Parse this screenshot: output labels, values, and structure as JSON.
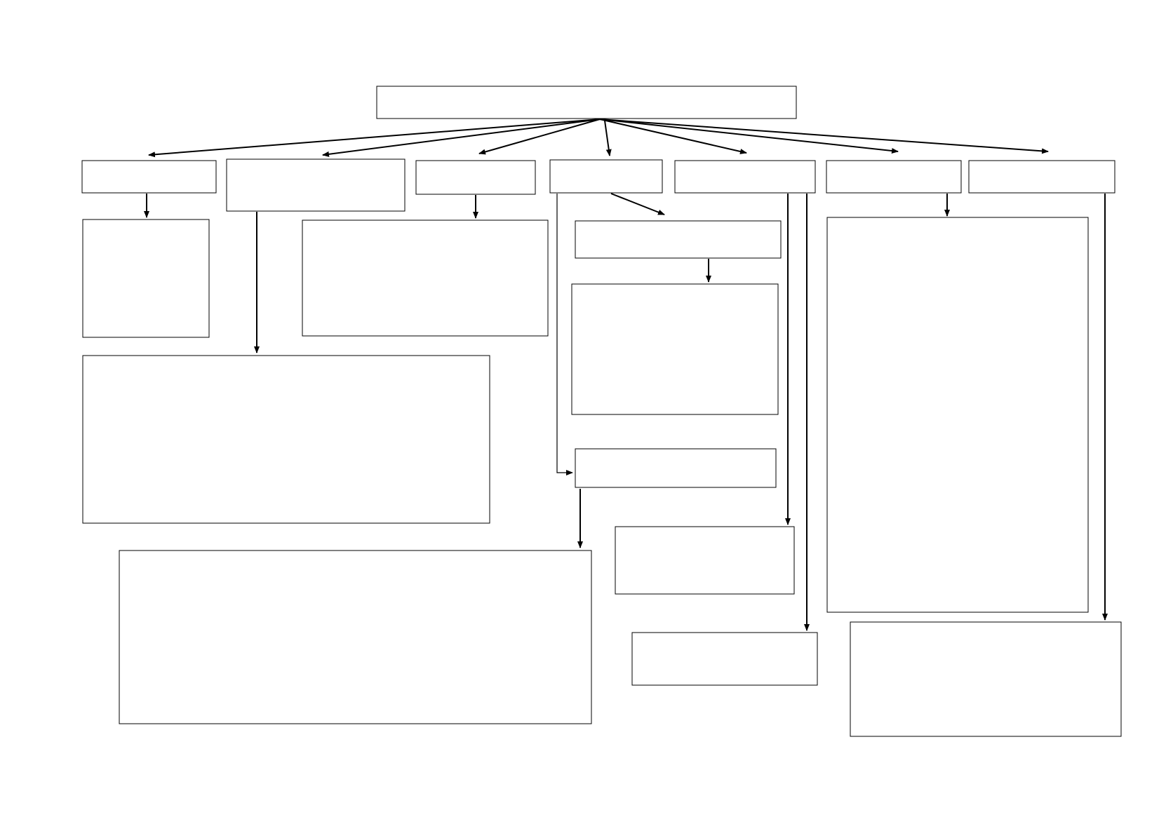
{
  "diagram": {
    "type": "hierarchy-flowchart",
    "nodes": [
      {
        "id": "root",
        "text": ""
      },
      {
        "id": "col1-header",
        "text": ""
      },
      {
        "id": "col2-header",
        "text": ""
      },
      {
        "id": "col3-header",
        "text": ""
      },
      {
        "id": "col4-header",
        "text": ""
      },
      {
        "id": "col5-header",
        "text": ""
      },
      {
        "id": "col6-header",
        "text": ""
      },
      {
        "id": "col7-header",
        "text": ""
      },
      {
        "id": "col1-detail",
        "text": ""
      },
      {
        "id": "col3-detail",
        "text": ""
      },
      {
        "id": "col4-sub",
        "text": ""
      },
      {
        "id": "col4-sub-detail",
        "text": ""
      },
      {
        "id": "col6-detail",
        "text": ""
      },
      {
        "id": "col2-detail",
        "text": ""
      },
      {
        "id": "col4-lower",
        "text": ""
      },
      {
        "id": "col4-lower-detail",
        "text": ""
      },
      {
        "id": "col5-detail-a",
        "text": ""
      },
      {
        "id": "col5-detail-b",
        "text": ""
      },
      {
        "id": "col7-detail",
        "text": ""
      }
    ],
    "edges": [
      {
        "from": "root",
        "to": "col1-header"
      },
      {
        "from": "root",
        "to": "col2-header"
      },
      {
        "from": "root",
        "to": "col3-header"
      },
      {
        "from": "root",
        "to": "col4-header"
      },
      {
        "from": "root",
        "to": "col5-header"
      },
      {
        "from": "root",
        "to": "col6-header"
      },
      {
        "from": "root",
        "to": "col7-header"
      },
      {
        "from": "col1-header",
        "to": "col1-detail"
      },
      {
        "from": "col2-header",
        "to": "col2-detail"
      },
      {
        "from": "col3-header",
        "to": "col3-detail"
      },
      {
        "from": "col4-header",
        "to": "col4-sub"
      },
      {
        "from": "col4-sub",
        "to": "col4-sub-detail"
      },
      {
        "from": "col4-header",
        "to": "col4-lower"
      },
      {
        "from": "col4-lower",
        "to": "col4-lower-detail"
      },
      {
        "from": "col5-header",
        "to": "col5-detail-a"
      },
      {
        "from": "col5-header",
        "to": "col5-detail-b"
      },
      {
        "from": "col6-header",
        "to": "col6-detail"
      },
      {
        "from": "col7-header",
        "to": "col7-detail"
      }
    ]
  }
}
